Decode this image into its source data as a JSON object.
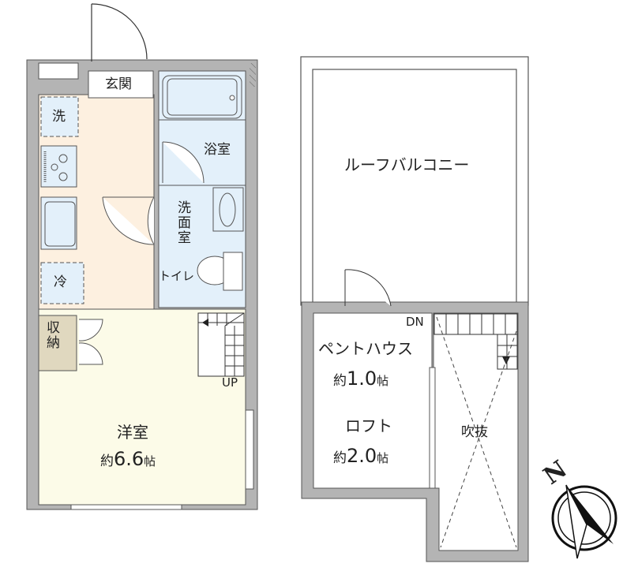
{
  "floor1": {
    "entrance": "玄関",
    "washer": "洗",
    "bathroom": "浴室",
    "washroom": "洗面室",
    "toilet": "トイレ",
    "fridge": "冷",
    "storage": "収納",
    "stairs_up": "UP",
    "western_room": {
      "name": "洋室",
      "size_prefix": "約",
      "size": "6.6",
      "unit": "帖"
    }
  },
  "floor2": {
    "roof_balcony": "ルーフバルコニー",
    "stairs_down": "DN",
    "penthouse": {
      "name": "ペントハウス",
      "size_prefix": "約",
      "size": "1.0",
      "unit": "帖"
    },
    "loft": {
      "name": "ロフト",
      "size_prefix": "約",
      "size": "2.0",
      "unit": "帖"
    },
    "void": "吹抜"
  },
  "compass": {
    "label": "N"
  },
  "colors": {
    "wall": "#b4b4b4",
    "wall_stroke": "#555555",
    "kitchen_floor": "#fdf0e0",
    "room_floor": "#fcfbe8",
    "wet_area": "#e3f0fa",
    "storage": "#e0d8bf"
  }
}
